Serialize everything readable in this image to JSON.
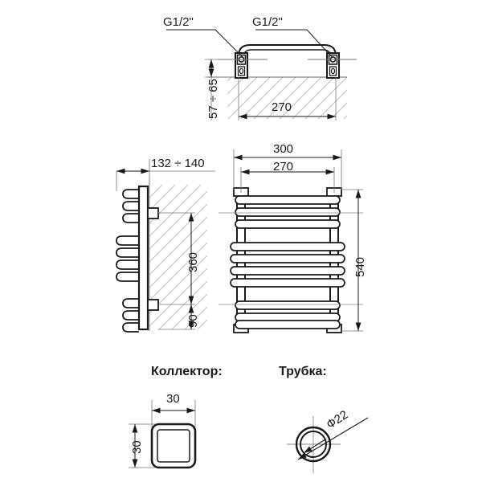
{
  "drawing": {
    "title": "Radiator technical drawing",
    "units": "mm",
    "line_color": "#1a1a1a",
    "hatch_color": "#b8b8b8",
    "dim_color": "#555555",
    "background": "#ffffff"
  },
  "top_view": {
    "name": "top-view",
    "labels": {
      "thread_left": "G1/2\"",
      "thread_right": "G1/2\"",
      "width": "270",
      "depth_range": "57 ÷ 65"
    }
  },
  "side_view": {
    "name": "side-view",
    "labels": {
      "depth_range": "132 ÷ 140",
      "center_distance": "360",
      "bottom_offset": "90"
    }
  },
  "front_view": {
    "name": "front-view",
    "labels": {
      "overall_width": "300",
      "center_width": "270",
      "height": "540"
    },
    "bar_groups": [
      {
        "name": "top-group",
        "count": 3
      },
      {
        "name": "middle-group",
        "count": 4
      },
      {
        "name": "bottom-group",
        "count": 3
      }
    ]
  },
  "details": {
    "collector": {
      "name": "collector-detail",
      "heading": "Коллектор:",
      "width": "30",
      "height": "30"
    },
    "tube": {
      "name": "tube-detail",
      "heading": "Трубка:",
      "diameter": "Ф22"
    }
  }
}
